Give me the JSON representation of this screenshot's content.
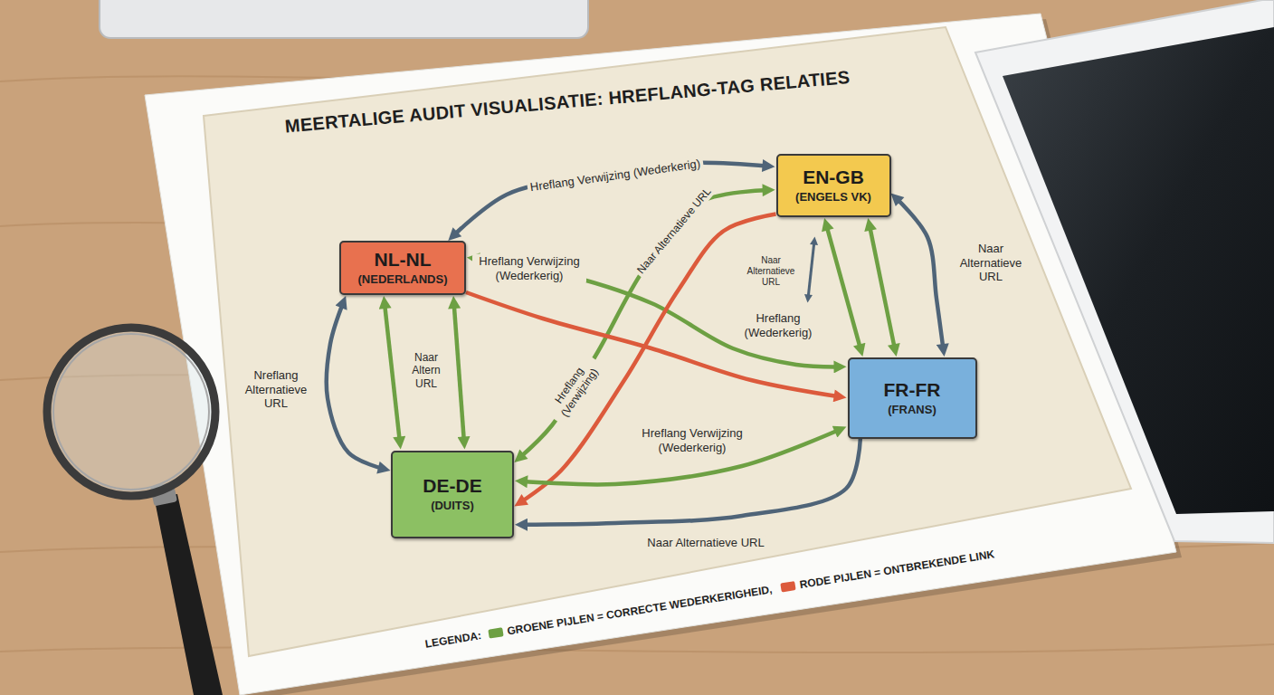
{
  "diagram": {
    "title": "MEERTALIGE AUDIT VISUALISATIE: HREFLANG-TAG RELATIES",
    "nodes": [
      {
        "text": [
          "NL-NL",
          "(NEDERLANDS)"
        ]
      },
      {
        "text": [
          "EN-GB",
          "(ENGELS VK)"
        ]
      },
      {
        "text": [
          "FR-FR",
          "(FRANS)"
        ]
      },
      {
        "text": [
          "DE-DE",
          "(DUITS)"
        ]
      }
    ],
    "edges": [
      {
        "from": 0,
        "to": 1,
        "arrow": "both",
        "label": "Hreflang Verwijzing (Wederkerig)"
      },
      {
        "from": 0,
        "to": 2,
        "arrow": "both",
        "label": "Hreflang Verwijzing (Wederkerig)"
      },
      {
        "from": 3,
        "to": 1,
        "arrow": "both",
        "label": "Naar Alternatieve URL"
      },
      {
        "from": 0,
        "to": 2,
        "arrow": "to"
      },
      {
        "from": 1,
        "to": 3,
        "arrow": "to"
      },
      {
        "from": 1,
        "to": 2,
        "arrow": "both"
      },
      {
        "from": 1,
        "to": 2,
        "arrow": "both"
      },
      {
        "from": 1,
        "to": 2,
        "arrow": "both",
        "label": "Naar Alternatieve URL"
      },
      {
        "from": 0,
        "to": 3,
        "arrow": "both",
        "label": "Nreflang Alternatieve URL"
      },
      {
        "from": 0,
        "to": 3,
        "arrow": "both",
        "label": "Naar Altern URL"
      },
      {
        "from": 0,
        "to": 3,
        "arrow": "both"
      },
      {
        "from": 2,
        "to": 3,
        "arrow": "both",
        "label": "Hreflang Verwijzing (Wederkerig)"
      },
      {
        "from": 2,
        "to": 3,
        "arrow": "to",
        "label": "Naar Alternatieve URL"
      }
    ],
    "labels": [
      "Hreflang (Wederkerig)",
      "Hreflang (Verwijzing)",
      "Naar Alternatieve URL",
      "LEGENDA:"
    ],
    "legend": [
      {
        "text": "GROENE PIJLEN = CORRECTE WEDERKERIGHEID,",
        "color": "#6da043"
      },
      {
        "text": "RODE PIJLEN = ONTBREKENDE LINK",
        "color": "#dc5a3c"
      }
    ]
  }
}
